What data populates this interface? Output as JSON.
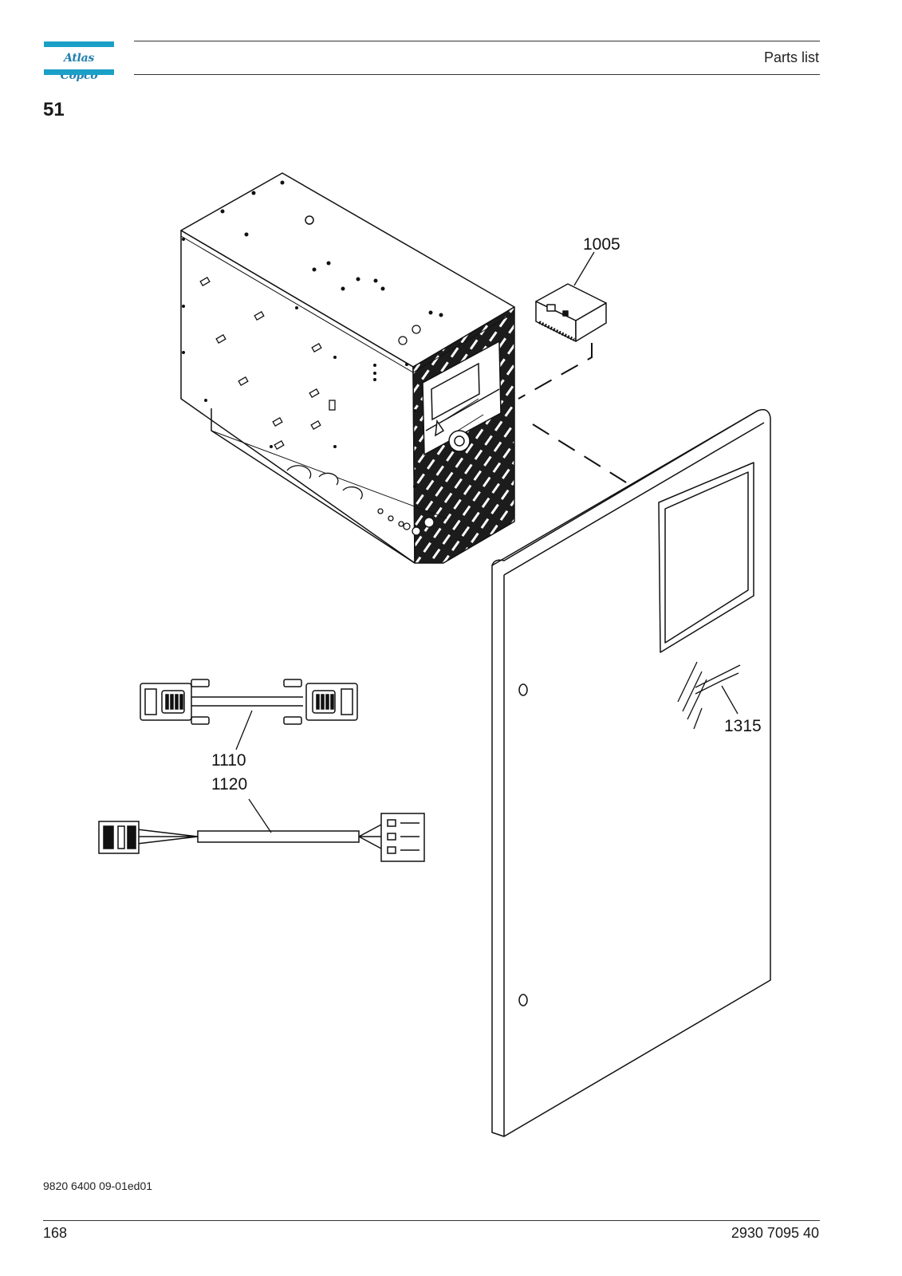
{
  "header": {
    "brand": "Atlas Copco",
    "title": "Parts list"
  },
  "section_number": "51",
  "callouts": {
    "c1005": "1005",
    "c1110": "1110",
    "c1120": "1120",
    "c1315": "1315"
  },
  "footer": {
    "doc_reference": "9820 6400 09-01ed01",
    "page_number": "168",
    "part_number": "2930 7095 40"
  },
  "colors": {
    "brand_blue": "#1aa0c8",
    "panel_pattern": "#1c1c1c"
  }
}
